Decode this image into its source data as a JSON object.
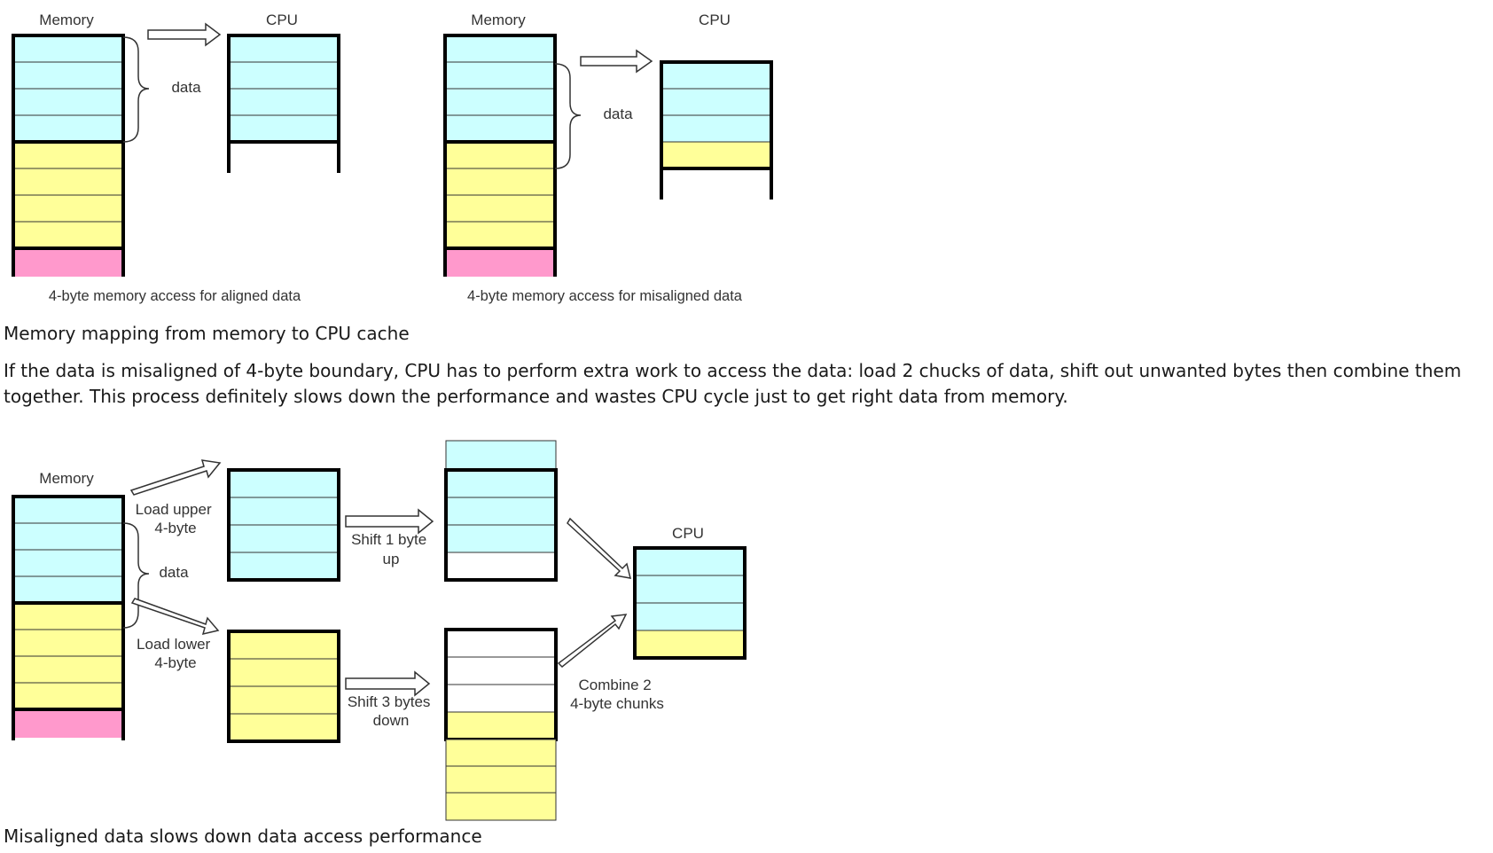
{
  "colors": {
    "data": "#ccffff",
    "next": "#ffff99",
    "other": "#ff99cc",
    "empty": "#ffffff",
    "border": "#000000"
  },
  "diagram1": {
    "left": {
      "memory_label": "Memory",
      "cpu_label": "CPU",
      "data_label": "data",
      "caption": "4-byte memory access for aligned data"
    },
    "right": {
      "memory_label": "Memory",
      "cpu_label": "CPU",
      "data_label": "data",
      "caption": "4-byte memory access for misaligned data"
    }
  },
  "caption1": "Memory mapping from memory to CPU cache",
  "paragraph": "If the data is misaligned of 4-byte boundary, CPU has to perform extra work to access the data: load 2 chucks of data, shift out unwanted bytes then combine them together. This process definitely slows down the performance and wastes CPU cycle just to get right data from memory.",
  "diagram2": {
    "memory_label": "Memory",
    "data_label": "data",
    "load_upper": [
      "Load upper",
      "4-byte"
    ],
    "load_lower": [
      "Load lower",
      "4-byte"
    ],
    "shift_up": [
      "Shift 1 byte",
      "up"
    ],
    "shift_down": [
      "Shift 3 bytes",
      "down"
    ],
    "combine": [
      "Combine 2",
      "4-byte chunks"
    ],
    "cpu_label": "CPU"
  },
  "caption2": "Misaligned data slows down data access performance"
}
